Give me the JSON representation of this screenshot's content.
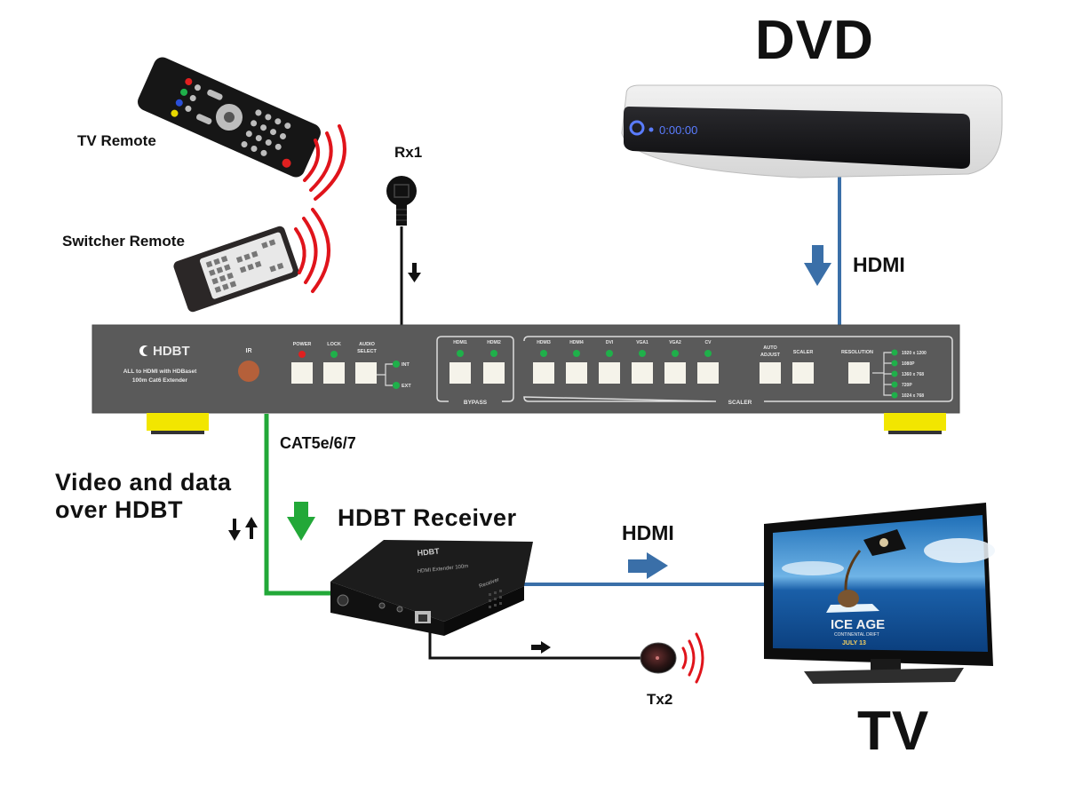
{
  "title_labels": {
    "dvd": "DVD",
    "tv": "TV",
    "tv_remote": "TV Remote",
    "switcher_remote": "Switcher Remote",
    "rx1": "Rx1",
    "tx2": "Tx2",
    "hdmi_dvd": "HDMI",
    "hdmi_tv": "HDMI",
    "cable": "CAT5e/6/7",
    "hdbt_receiver": "HDBT Receiver",
    "video_data_line1": "Video and data",
    "video_data_line2": "over HDBT"
  },
  "switcher": {
    "logo": "HDBT",
    "desc_line1": "ALL to HDMI with HDBaset",
    "desc_line2": "100m Cat6 Extender",
    "ir_label": "IR",
    "power_label": "POWER",
    "lock_label": "LOCK",
    "audio_label_1": "AUDIO",
    "audio_label_2": "SELECT",
    "audio_int": "INT",
    "audio_ext": "EXT",
    "bypass_group": "BYPASS",
    "scaler_group": "SCALER",
    "bypass_inputs": [
      "HDMI1",
      "HDMI2"
    ],
    "scaler_inputs": [
      "HDMI3",
      "HDMI4",
      "DVI",
      "VGA1",
      "VGA2",
      "CV"
    ],
    "auto_adjust_1": "AUTO",
    "auto_adjust_2": "ADJUST",
    "scaler_btn": "SCALER",
    "resolution_label": "RESOLUTION",
    "resolutions": [
      "1920 x 1200",
      "1080P",
      "1360 x 768",
      "720P",
      "1024 x 768"
    ]
  },
  "receiver": {
    "logo": "HDBT",
    "model": "HDMI Extender 100m",
    "side": "Receiver"
  },
  "dvd_display": "0:00:00",
  "tv_screen": {
    "title": "ICE AGE",
    "subtitle": "CONTINENTAL DRIFT",
    "date": "JULY 13"
  },
  "colors": {
    "hdmi_cable": "#3a6fa8",
    "cat_cable": "#22a838",
    "ir_cable": "#111111",
    "ir_waves": "#e0141b",
    "panel": "#5a5a5a",
    "led_green": "#1fb04a",
    "led_red": "#e02020",
    "feet": "#f2e600"
  }
}
